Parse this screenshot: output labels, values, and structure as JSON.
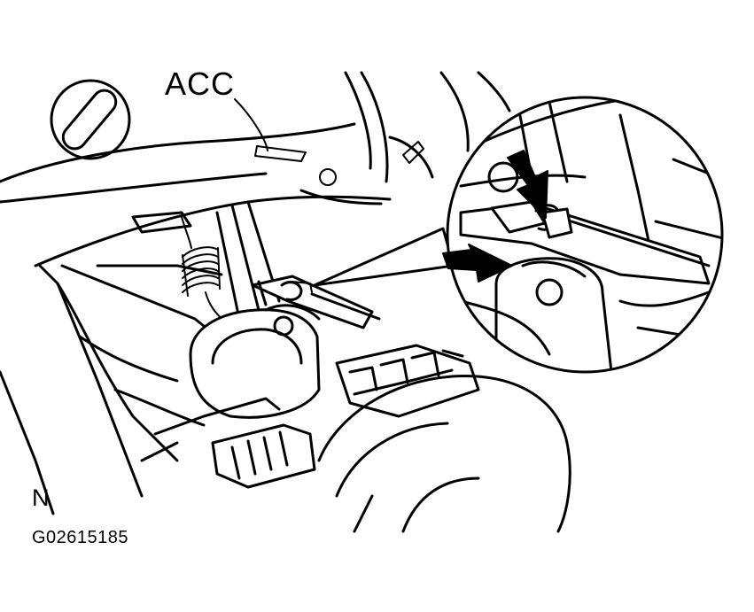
{
  "figure": {
    "position_label": "ACC",
    "corner_letter": "N",
    "figure_code": "G02615185"
  },
  "icons": {
    "key_position": "ignition-key-slot-icon",
    "push_arrows": "push-arrow-icon"
  },
  "colors": {
    "ink": "#000000",
    "paper": "#ffffff"
  }
}
